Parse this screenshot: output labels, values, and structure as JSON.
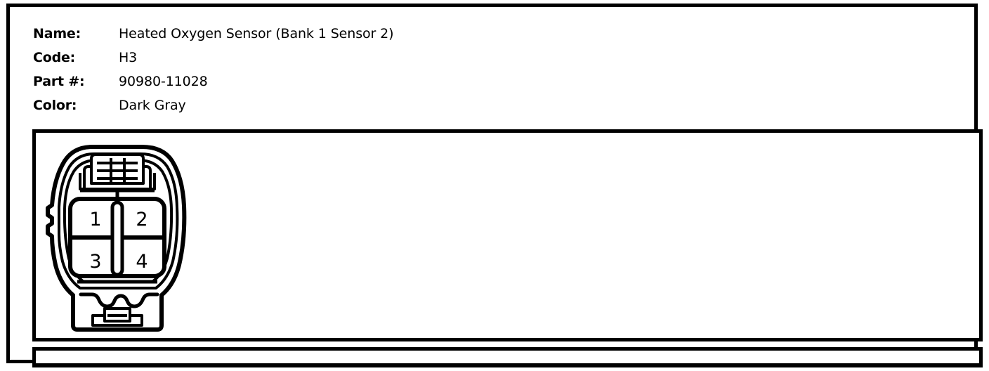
{
  "document": {
    "title": "Heated Oxygen Sensor (Bank 1 Sensor 2)",
    "colors": {
      "ink": "#000000",
      "paper": "#ffffff"
    }
  },
  "info": {
    "rows": [
      {
        "label": "Name:",
        "value": "Heated Oxygen Sensor (Bank 1 Sensor 2)"
      },
      {
        "label": "Code:",
        "value": "H3"
      },
      {
        "label": "Part #:",
        "value": "90980-11028"
      },
      {
        "label": "Color:",
        "value": "Dark Gray"
      }
    ]
  },
  "diagram": {
    "kind": "connector-face-view",
    "shell": "4-way rectangular automotive connector with latch tab on top, retainer tab on bottom, keying notch on left edge",
    "cavity_layout": "2 columns x 2 rows with vertical center keyway rib",
    "pins": [
      {
        "number": "1",
        "position": "top-left"
      },
      {
        "number": "2",
        "position": "top-right"
      },
      {
        "number": "3",
        "position": "bottom-left"
      },
      {
        "number": "4",
        "position": "bottom-right"
      }
    ]
  },
  "bottom_strip": {
    "content": ""
  }
}
